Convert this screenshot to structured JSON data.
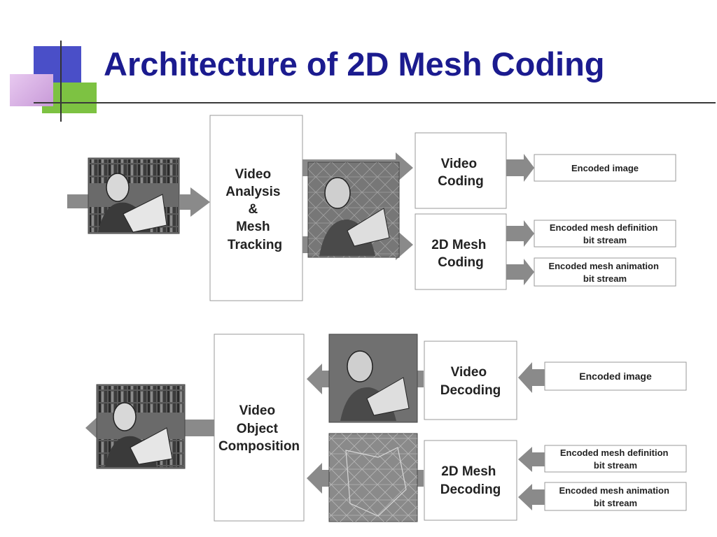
{
  "slide": {
    "title": "Architecture of 2D Mesh Coding"
  },
  "encoder": {
    "analysis_block": [
      "Video",
      "Analysis",
      "&",
      "Mesh",
      "Tracking"
    ],
    "video_coding_block": [
      "Video",
      "Coding"
    ],
    "mesh_coding_block": [
      "2D Mesh",
      "Coding"
    ],
    "output_image": "Encoded image",
    "output_mesh_definition": [
      "Encoded mesh definition",
      "bit stream"
    ],
    "output_mesh_animation": [
      "Encoded mesh animation",
      "bit stream"
    ]
  },
  "decoder": {
    "composition_block": [
      "Video",
      "Object",
      "Composition"
    ],
    "video_decoding_block": [
      "Video",
      "Decoding"
    ],
    "mesh_decoding_block": [
      "2D Mesh",
      "Decoding"
    ],
    "input_image": "Encoded image",
    "input_mesh_definition": [
      "Encoded mesh definition",
      "bit stream"
    ],
    "input_mesh_animation": [
      "Encoded mesh animation",
      "bit stream"
    ]
  },
  "colors": {
    "title": "#1b1b8f",
    "accent_blue": "#4a4fc8",
    "accent_green": "#7dc242",
    "accent_pink": "#c89ad8",
    "arrow_gray": "#8a8a8a"
  }
}
